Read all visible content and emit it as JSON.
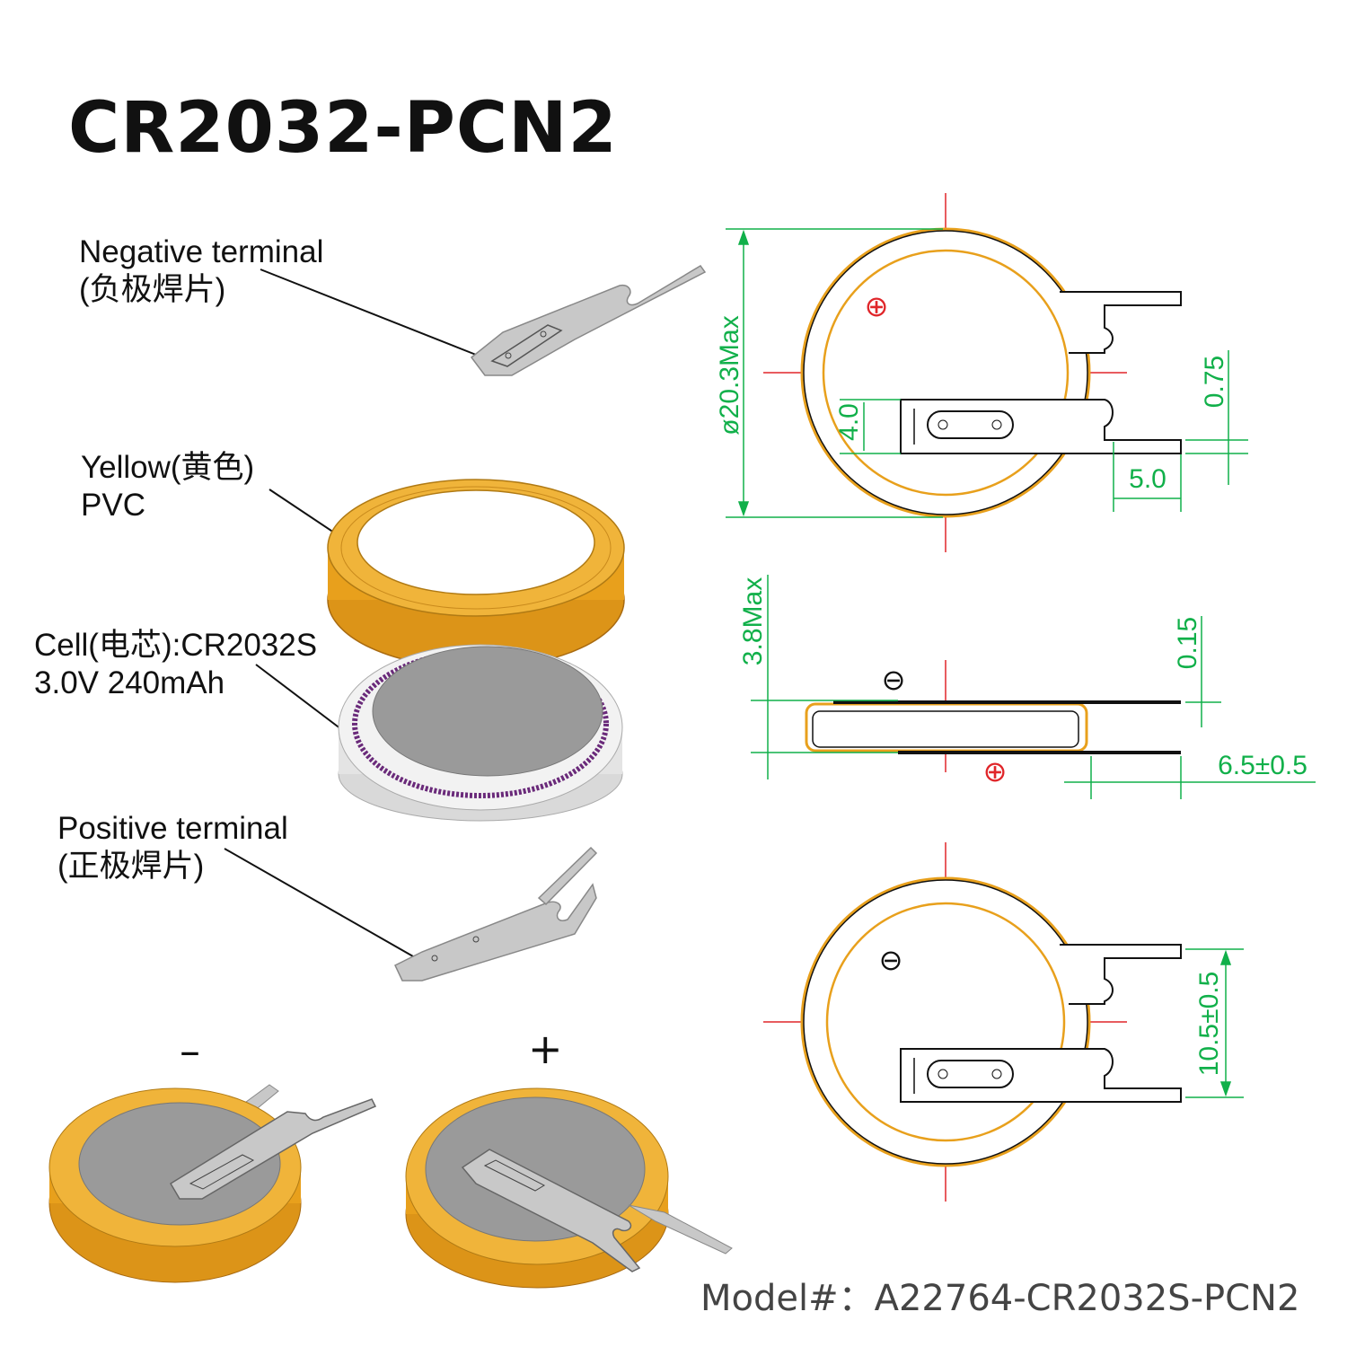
{
  "title": "CR2032-PCN2",
  "labels": {
    "negative_terminal": {
      "line1": "Negative terminal",
      "line2": "(负极焊片)"
    },
    "pvc_ring": {
      "line1": "Yellow(黄色)",
      "line2": "PVC"
    },
    "cell": {
      "line1": "Cell(电芯):CR2032S",
      "line2": "3.0V  240mAh"
    },
    "positive_terminal": {
      "line1": "Positive terminal",
      "line2": "(正极焊片)"
    }
  },
  "bottom_views": {
    "negative_symbol": "–",
    "positive_symbol": "+"
  },
  "dimensions": {
    "diameter": "ø20.3Max",
    "pin_offset": "4.0",
    "pin_thickness_top": "0.75",
    "pin_length": "5.0",
    "height": "3.8Max",
    "tab_thickness": "0.15",
    "lead_length": "6.5±0.5",
    "pin_spacing": "10.5±0.5"
  },
  "polarity_marks": {
    "positive": "⊕",
    "negative": "⊖"
  },
  "model": "Model#：A22764-CR2032S-PCN2",
  "colors": {
    "pvc_yellow": "#e8a01c",
    "pvc_fill": "#f0b43a",
    "cell_gray": "#9a9a9a",
    "metal_tab": "#c8c8c8",
    "cell_seal_purple": "#6a2a7a",
    "center_line_red": "#e0262a",
    "dimension_green": "#11b04a"
  }
}
